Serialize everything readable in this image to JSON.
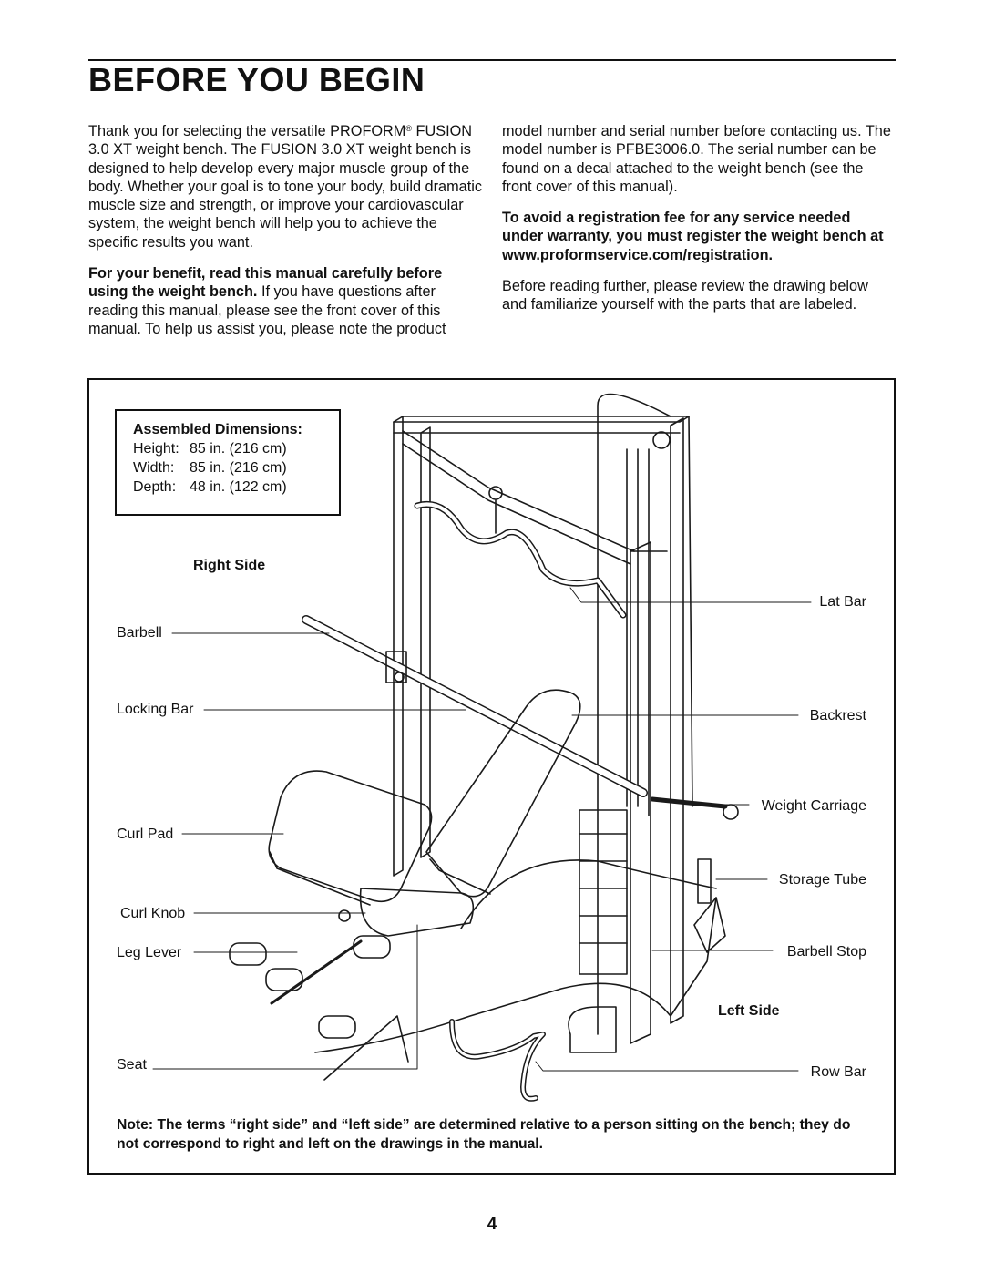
{
  "header": {
    "title": "BEFORE YOU BEGIN"
  },
  "intro": {
    "p1_text": "Thank you for selecting the versatile PROFORM",
    "p1_reg": "®",
    "p1_rest": " FUSION 3.0 XT weight bench. The FUSION 3.0 XT weight bench is designed to help develop every major muscle group of the body. Whether your goal is to tone your body, build dramatic muscle size and strength, or improve your cardiovascular system, the weight bench will help you to achieve the specific results you want.",
    "p2_bold": "For your benefit, read this manual carefully before using the weight bench.",
    "p2_rest": " If you have questions after reading this manual, please see the front cover of this manual. To help us assist you, please note the product",
    "p3": "model number and serial number before contacting us. The model number is PFBE3006.0. The serial number can be found on a decal attached to the weight bench (see the front cover of this manual).",
    "p4_bold": "To avoid a registration fee for any service needed under warranty, you must register the weight bench at www.proformservice.com/registration.",
    "p5": "Before reading further, please review the drawing below and familiarize yourself with the parts that are labeled."
  },
  "dimensions": {
    "heading": "Assembled Dimensions:",
    "rows": [
      {
        "label": "Height:",
        "value": "85 in. (216 cm)"
      },
      {
        "label": "Width:",
        "value": "85 in. (216 cm)"
      },
      {
        "label": "Depth:",
        "value": "48 in. (122 cm)"
      }
    ]
  },
  "diagram": {
    "right_side": "Right Side",
    "left_side": "Left Side",
    "labels_left": [
      "Barbell",
      "Locking Bar",
      "Curl Pad",
      "Curl Knob",
      "Leg Lever",
      "Seat"
    ],
    "labels_right": [
      "Lat Bar",
      "Backrest",
      "Weight Carriage",
      "Storage Tube",
      "Barbell Stop",
      "Row Bar"
    ]
  },
  "note": "Note: The terms “right side” and “left side” are determined relative to a person sitting on the bench; they do not correspond to right and left on the drawings in the manual.",
  "footer": {
    "page_number": "4"
  }
}
